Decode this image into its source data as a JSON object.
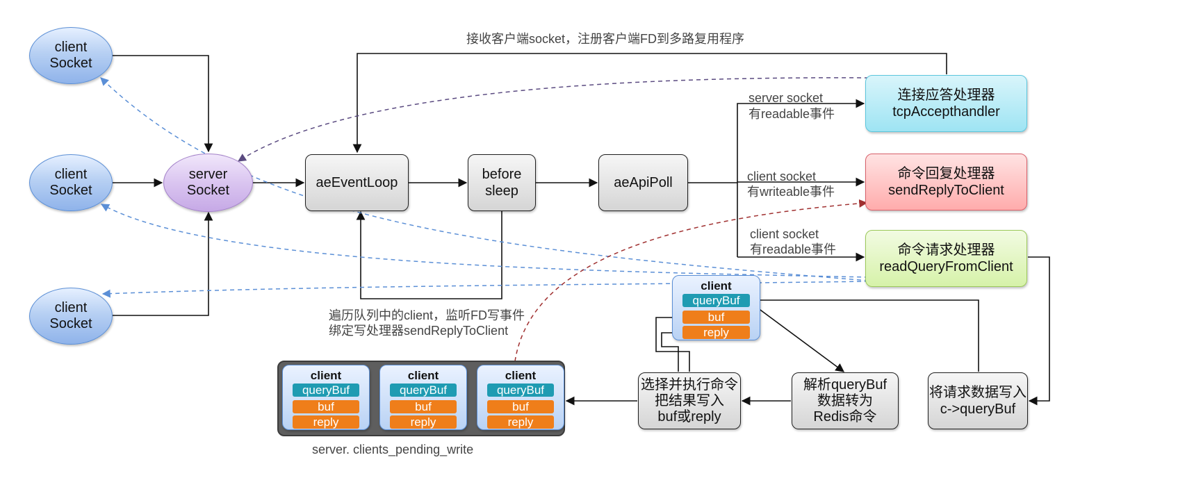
{
  "clients_left": [
    {
      "line1": "client",
      "line2": "Socket"
    },
    {
      "line1": "client",
      "line2": "Socket"
    },
    {
      "line1": "client",
      "line2": "Socket"
    }
  ],
  "server_socket": {
    "line1": "server",
    "line2": "Socket"
  },
  "loop": {
    "ae_event_loop": "aeEventLoop",
    "before_sleep_1": "before",
    "before_sleep_2": "sleep",
    "ae_api_poll": "aeApiPoll"
  },
  "handlers": {
    "accept": {
      "line1": "连接应答处理器",
      "line2": "tcpAccepthandler"
    },
    "reply": {
      "line1": "命令回复处理器",
      "line2": "sendReplyToClient"
    },
    "query": {
      "line1": "命令请求处理器",
      "line2": "readQueryFromClient"
    }
  },
  "edge_labels": {
    "top": "接收客户端socket，注册客户端FD到多路复用程序",
    "accept_1": "server socket",
    "accept_2": "有readable事件",
    "reply_1": "client socket",
    "reply_2": "有writeable事件",
    "query_1": "client socket",
    "query_2": "有readable事件",
    "before_sleep_1": "遍历队列中的client，监听FD写事件",
    "before_sleep_2": "绑定写处理器sendReplyToClient",
    "pending": "server. clients_pending_write"
  },
  "client_struct": {
    "title": "client",
    "query_buf": "queryBuf",
    "buf": "buf",
    "reply": "reply"
  },
  "pending_clients": [
    {
      "title": "client",
      "query_buf": "queryBuf",
      "buf": "buf",
      "reply": "reply"
    },
    {
      "title": "client",
      "query_buf": "queryBuf",
      "buf": "buf",
      "reply": "reply"
    },
    {
      "title": "client",
      "query_buf": "queryBuf",
      "buf": "buf",
      "reply": "reply"
    }
  ],
  "steps": {
    "write_query": {
      "line1": "将请求数据写入",
      "line2": "c->queryBuf"
    },
    "parse": {
      "line1": "解析queryBuf",
      "line2": "数据转为",
      "line3": "Redis命令"
    },
    "execute": {
      "line1": "选择并执行命令",
      "line2": "把结果写入",
      "line3": "buf或reply"
    }
  },
  "colors": {
    "solid_arrow": "#111111",
    "dashed_blue": "#5b8fd6",
    "dashed_purple": "#5a4a80",
    "dashed_red": "#a03030",
    "queryBuf_bar": "#1f9bb2",
    "buf_bar": "#ef7e1a"
  }
}
